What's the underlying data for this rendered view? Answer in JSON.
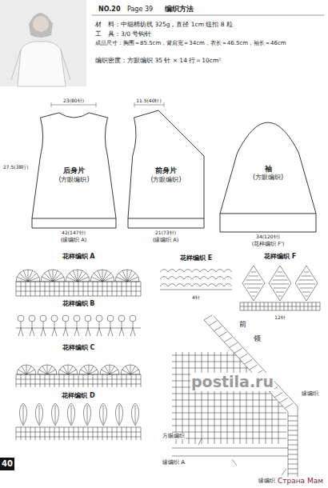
{
  "diagram": {
    "nodes": [
      {
        "text": [
          "后身片",
          "(方眼编织)"
        ]
      },
      {
        "text": [
          "前身片",
          "(方眼编织)"
        ]
      },
      {
        "text": [
          "袖",
          "(方眼编织)"
        ]
      }
    ],
    "labels": [
      "NO.20",
      "Page 39",
      "编织方法",
      "材　料：中细棉纺线 325g，直径 1cm 纽扣 8 粒",
      "工　具：3/0 号钩针",
      "成品尺寸：胸围＝85.5cm，背肩宽＝34cm，衣长＝46.5cm，袖长＝46cm",
      "编织密度：方眼编织 35 针 × 14 行＝10cm²",
      "23(80针)",
      "27.5(38行)",
      "42(147针)",
      "(缘编织 A)",
      "11.5(40针)",
      "21(73针)",
      "(缘编织 A)",
      "34(120针)",
      "(花样编织 F')",
      "花样编织 A",
      "花样编织 B",
      "花样编织 C",
      "花样编织 D",
      "花样编织 E",
      "4针",
      "花样编织 F",
      "12针",
      "前",
      "领",
      "缘编织",
      "方眼编织",
      "缘编织 A",
      "缘编织",
      "40",
      "postila.ru",
      "Страна Мам"
    ]
  }
}
